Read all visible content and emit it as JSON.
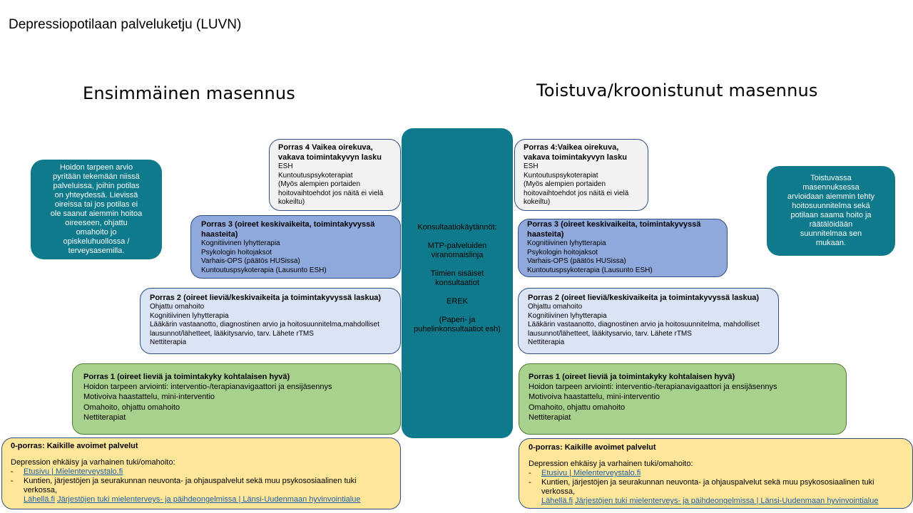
{
  "page": {
    "title": "Depressiopotilaan palveluketju (LUVN)"
  },
  "headings": {
    "left": "Ensimmäinen masennus",
    "right": "Toistuva/kroonistunut masennus"
  },
  "left_note": "Hoidon tarpeen arvio pyritään tekemään niissä palveluissa, joihin potilas on yhteydessä. Lievissä oireissa tai jos potilas ei ole saanut aiemmin hoitoa oireeseen, ohjattu omahoito jo opiskeluhuollossa / terveysasemilla.",
  "right_note": "Toistuvassa masennuksessa  arvioidaan aiemmin tehty hoitosuunnitelma sekä potilaan saama hoito ja räätälöidään suunnitelmaa sen mukaan.",
  "center": {
    "lines": [
      "Konsultaatiokäytännöt:",
      "MTP-palveluiden viranomaislinja",
      "Tiimien sisäiset konsultaatiot",
      "EREK",
      "(Paperi- ja puhelinkonsultaatiot esh)"
    ]
  },
  "left": {
    "porras4": {
      "title": "Porras 4 Vaikea oirekuva, vakava toimintakyvyn lasku",
      "items": [
        "ESH",
        "Kuntoutuspsykoterapiat",
        "(Myös alempien portaiden hoitovaihtoehdot jos näitä ei vielä kokeiltu)"
      ]
    },
    "porras3": {
      "title": "Porras 3 (oireet keskivaikeita, toimintakyvyssä haasteita)",
      "items": [
        "Kognitiivinen lyhytterapia",
        "Psykologin hoitojaksot",
        "Varhais-OPS (päätös HUSissa)",
        "Kuntoutuspsykoterapia (Lausunto ESH)"
      ]
    },
    "porras2": {
      "title": "Porras 2 (oireet lieviä/keskivaikeita ja toimintakyvyssä laskua)",
      "items": [
        "Ohjattu omahoito",
        "Kognitiivinen lyhytterapia",
        "Lääkärin vastaanotto, diagnostinen arvio ja hoitosuunnitelma,mahdolliset lausunnot/lähetteet, lääkitysarvio, tarv. Lähete rTMS",
        "Nettiterapia"
      ]
    },
    "porras1": {
      "title": "Porras 1 (oireet lieviä ja toimintakyky kohtalaisen hyvä)",
      "items": [
        "Hoidon tarpeen arviointi: interventio-/terapianavigaattori ja ensijäsennys",
        "Motivoiva haastattelu, mini-interventio",
        "Omahoito, ohjattu omahoito",
        "Nettiterapiat"
      ]
    },
    "porras0": {
      "title": "0-porras: Kaikille avoimet palvelut",
      "intro": "Depression ehkäisy ja varhainen tuki/omahoito:",
      "dash": "-",
      "link1": "Etusivu | Mielenterveystalo.fi",
      "text2": "Kuntien, järjestöjen ja seurakunnan neuvonta- ja ohjauspalvelut sekä muu psykososiaalinen tuki verkossa,",
      "link2": "Lähellä.fi",
      "link3": "Järjestöjen tuki mielenterveys- ja päihdeongelmissa | Länsi-Uudenmaan hyvinvointialue"
    }
  },
  "right": {
    "porras4": {
      "title": "Porras 4:Vaikea oirekuva, vakava toimintakyvyn lasku",
      "items": [
        "ESH",
        "Kuntoutuspsykoterapiat",
        "(Myös alempien portaiden hoitovaihtoehdot jos näitä ei vielä kokeiltu)"
      ]
    },
    "porras3": {
      "title": "Porras 3 (oireet keskivaikeita, toimintakyvyssä haasteita)",
      "items": [
        "Kognitiivinen lyhytterapia",
        "Psykologin hoitojaksot",
        "Varhais-OPS (päätös HUSissa)",
        "Kuntoutuspsykoterapia (Lausunto ESH)"
      ]
    },
    "porras2": {
      "title": "Porras 2 (oireet lieviä/keskivaikeita ja toimintakyvyssä laskua)",
      "items": [
        "Ohjattu omahoito",
        "Kognitiivinen lyhytterapia",
        "Lääkärin vastaanotto, diagnostinen arvio ja hoitosuunnitelma, mahdolliset lausunnot/lähetteet, lääkitysarvio, tarv. Lähete rTMS",
        "Nettiterapia"
      ]
    },
    "porras1": {
      "title": "Porras 1 (oireet lieviä ja toimintakyky kohtalaisen hyvä)",
      "items": [
        "Hoidon tarpeen arviointi: interventio-/terapianavigaattori ja ensijäsennys",
        "Motivoiva haastattelu, mini-interventio",
        "Omahoito, ohjattu omahoito",
        "Nettiterapiat"
      ]
    },
    "porras0": {
      "title": "0-porras: Kaikille avoimet palvelut",
      "intro": "Depression ehkäisy ja varhainen tuki/omahoito:",
      "dash": "-",
      "link1": "Etusivu | Mielenterveystalo.fi",
      "text2": "Kuntien, järjestöjen ja seurakunnan neuvonta- ja ohjauspalvelut sekä muu psykososiaalinen tuki verkossa,",
      "link2": "Lähellä.fi",
      "link3": "Järjestöjen tuki mielenterveys- ja päihdeongelmissa | Länsi-Uudenmaan hyvinvointialue"
    }
  },
  "colors": {
    "teal": "#0f7a8c",
    "porras4": "#f2f2f2",
    "porras3": "#8fa9dc",
    "porras2": "#dae4f4",
    "porras1": "#a9d18e",
    "porras0": "#ffe699"
  }
}
